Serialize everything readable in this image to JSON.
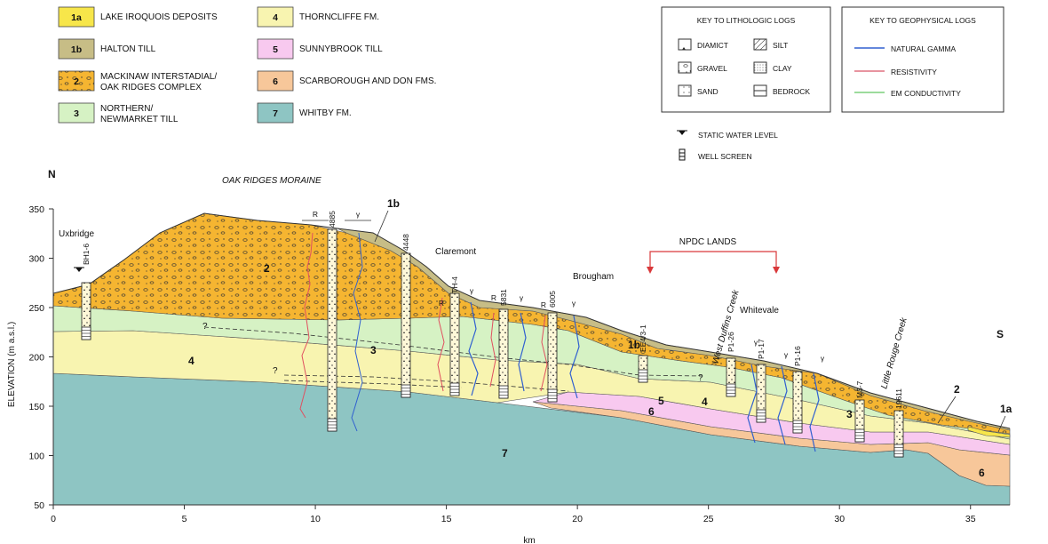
{
  "legend_units": [
    {
      "code": "1a",
      "label": "LAKE IROQUOIS DEPOSITS",
      "color": "#f7e64a"
    },
    {
      "code": "1b",
      "label": "HALTON TILL",
      "color": "#c7bd86"
    },
    {
      "code": "2",
      "label_lines": [
        "MACKINAW INTERSTADIAL/",
        "OAK RIDGES COMPLEX"
      ],
      "color": "#f5b531"
    },
    {
      "code": "3",
      "label_lines": [
        "NORTHERN/",
        "NEWMARKET TILL"
      ],
      "color": "#d6f2c4"
    },
    {
      "code": "4",
      "label": "THORNCLIFFE FM.",
      "color": "#f8f4b0"
    },
    {
      "code": "5",
      "label": "SUNNYBROOK TILL",
      "color": "#f8c9ef"
    },
    {
      "code": "6",
      "label": "SCARBOROUGH AND DON FMS.",
      "color": "#f7c79a"
    },
    {
      "code": "7",
      "label": "WHITBY FM.",
      "color": "#8ec5c3"
    }
  ],
  "litho_key": {
    "title": "KEY TO LITHOLOGIC LOGS",
    "items": [
      "DIAMICT",
      "SILT",
      "GRAVEL",
      "CLAY",
      "SAND",
      "BEDROCK"
    ]
  },
  "geo_key": {
    "title": "KEY TO GEOPHYSICAL LOGS",
    "items": [
      {
        "label": "NATURAL GAMMA",
        "color": "#3060d0"
      },
      {
        "label": "RESISTIVITY",
        "color": "#e07080"
      },
      {
        "label": "EM CONDUCTIVITY",
        "color": "#7ccf7c"
      }
    ]
  },
  "symbols": {
    "water": "STATIC WATER LEVEL",
    "screen": "WELL SCREEN"
  },
  "section": {
    "north": "N",
    "south": "S",
    "title": "OAK RIDGES MORAINE",
    "npdc": "NPDC LANDS",
    "ylabel": "ELEVATION (m a.s.l.)",
    "xlabel": "km",
    "places": [
      "Uxbridge",
      "Claremont",
      "Brougham",
      "Whitevale"
    ],
    "creeks": [
      "West Duffins Creek",
      "Little Rouge Creek"
    ],
    "wells": [
      "BH1-6",
      "4885",
      "4448",
      "TH-4",
      "5831",
      "6005",
      "EE4/3-1",
      "P1-26",
      "P1-17",
      "P1-16",
      "M3-7",
      "19611"
    ],
    "log_tags": {
      "r": "R",
      "g": "γ"
    },
    "unit_tags": {
      "u1a": "1a",
      "u1b": "1b",
      "u2": "2",
      "u3": "3",
      "u4": "4",
      "u5": "5",
      "u6": "6",
      "u7": "7",
      "q": "?"
    }
  },
  "axes": {
    "x_ticks": [
      "0",
      "5",
      "10",
      "15",
      "20",
      "25",
      "30",
      "35"
    ],
    "y_ticks": [
      "350",
      "300",
      "250",
      "200",
      "150",
      "100",
      "50"
    ],
    "x_range": [
      0,
      36.5
    ],
    "y_range": [
      50,
      350
    ]
  }
}
